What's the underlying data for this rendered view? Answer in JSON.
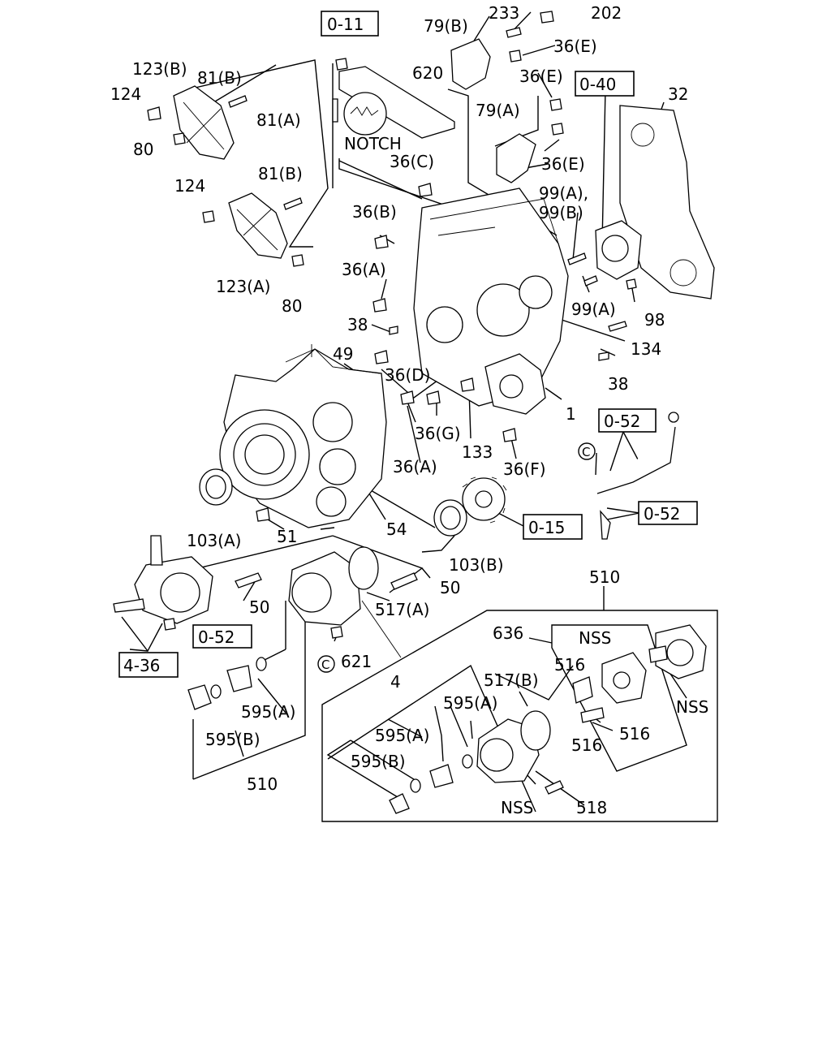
{
  "callouts": [
    {
      "id": "c-0-11",
      "text": "0-11",
      "boxed": true
    },
    {
      "id": "c-79b",
      "text": "79(B)"
    },
    {
      "id": "c-233",
      "text": "233"
    },
    {
      "id": "c-202",
      "text": "202"
    },
    {
      "id": "c-36e-1",
      "text": "36(E)"
    },
    {
      "id": "c-123b",
      "text": "123(B)"
    },
    {
      "id": "c-81b-1",
      "text": "81(B)"
    },
    {
      "id": "c-620",
      "text": "620"
    },
    {
      "id": "c-36e-2",
      "text": "36(E)"
    },
    {
      "id": "c-0-40",
      "text": "0-40",
      "boxed": true
    },
    {
      "id": "c-32",
      "text": "32"
    },
    {
      "id": "c-124-1",
      "text": "124"
    },
    {
      "id": "c-81a",
      "text": "81(A)"
    },
    {
      "id": "c-79a",
      "text": "79(A)"
    },
    {
      "id": "c-80-1",
      "text": "80"
    },
    {
      "id": "c-notch",
      "text": "NOTCH"
    },
    {
      "id": "c-36c",
      "text": "36(C)"
    },
    {
      "id": "c-36e-3",
      "text": "36(E)"
    },
    {
      "id": "c-81b-2",
      "text": "81(B)"
    },
    {
      "id": "c-124-2",
      "text": "124"
    },
    {
      "id": "c-99ab",
      "text": "99(A),"
    },
    {
      "id": "c-99b",
      "text": "99(B)"
    },
    {
      "id": "c-36b",
      "text": "36(B)"
    },
    {
      "id": "c-36a-1",
      "text": "36(A)"
    },
    {
      "id": "c-123a",
      "text": "123(A)"
    },
    {
      "id": "c-80-2",
      "text": "80"
    },
    {
      "id": "c-99a",
      "text": "99(A)"
    },
    {
      "id": "c-98",
      "text": "98"
    },
    {
      "id": "c-38-1",
      "text": "38"
    },
    {
      "id": "c-134",
      "text": "134"
    },
    {
      "id": "c-49",
      "text": "49"
    },
    {
      "id": "c-36d",
      "text": "36(D)"
    },
    {
      "id": "c-38-2",
      "text": "38"
    },
    {
      "id": "c-1",
      "text": "1"
    },
    {
      "id": "c-0-52-1",
      "text": "0-52",
      "boxed": true
    },
    {
      "id": "c-36g",
      "text": "36(G)"
    },
    {
      "id": "c-133",
      "text": "133"
    },
    {
      "id": "c-36a-2",
      "text": "36(A)"
    },
    {
      "id": "c-36f",
      "text": "36(F)"
    },
    {
      "id": "c-c-1",
      "text": "C",
      "circled": true
    },
    {
      "id": "c-0-52-2",
      "text": "0-52",
      "boxed": true
    },
    {
      "id": "c-0-15",
      "text": "0-15",
      "boxed": true
    },
    {
      "id": "c-54",
      "text": "54"
    },
    {
      "id": "c-103a",
      "text": "103(A)"
    },
    {
      "id": "c-51",
      "text": "51"
    },
    {
      "id": "c-103b",
      "text": "103(B)"
    },
    {
      "id": "c-510-1",
      "text": "510"
    },
    {
      "id": "c-50-1",
      "text": "50"
    },
    {
      "id": "c-50-2",
      "text": "50"
    },
    {
      "id": "c-517a",
      "text": "517(A)"
    },
    {
      "id": "c-0-52-3",
      "text": "0-52",
      "boxed": true
    },
    {
      "id": "c-636",
      "text": "636"
    },
    {
      "id": "c-nss-1",
      "text": "NSS"
    },
    {
      "id": "c-4-36",
      "text": "4-36",
      "boxed": true
    },
    {
      "id": "c-c-2",
      "text": "C",
      "circled": true
    },
    {
      "id": "c-621",
      "text": "621"
    },
    {
      "id": "c-516-1",
      "text": "516"
    },
    {
      "id": "c-4",
      "text": "4"
    },
    {
      "id": "c-517b",
      "text": "517(B)"
    },
    {
      "id": "c-595a-1",
      "text": "595(A)"
    },
    {
      "id": "c-595a-2",
      "text": "595(A)"
    },
    {
      "id": "c-nss-2",
      "text": "NSS"
    },
    {
      "id": "c-595b-1",
      "text": "595(B)"
    },
    {
      "id": "c-595a-3",
      "text": "595(A)"
    },
    {
      "id": "c-516-2",
      "text": "516"
    },
    {
      "id": "c-516-3",
      "text": "516"
    },
    {
      "id": "c-595b-2",
      "text": "595(B)"
    },
    {
      "id": "c-510-2",
      "text": "510"
    },
    {
      "id": "c-nss-3",
      "text": "NSS"
    },
    {
      "id": "c-518",
      "text": "518"
    }
  ]
}
